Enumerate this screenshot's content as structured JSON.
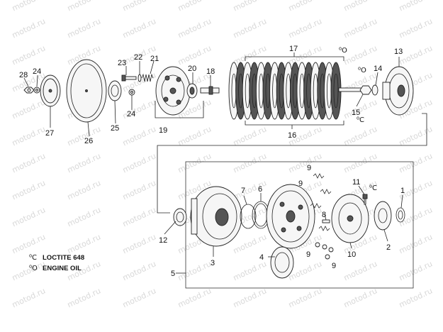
{
  "watermark": "motod.ru",
  "labels": {
    "p1": "1",
    "p2": "2",
    "p3": "3",
    "p4": "4",
    "p5": "5",
    "p6": "6",
    "p7": "7",
    "p8": "8",
    "p9a": "9",
    "p9b": "9",
    "p9c": "9",
    "p9d": "9",
    "p10": "10",
    "p11": "11",
    "p12": "12",
    "p13": "13",
    "p14": "14",
    "p15": "15",
    "p16": "16",
    "p17": "17",
    "p18": "18",
    "p19": "19",
    "p20": "20",
    "p21": "21",
    "p22": "22",
    "p23": "23",
    "p24a": "24",
    "p24b": "24",
    "p25": "25",
    "p26": "26",
    "p27": "27",
    "p28": "28"
  },
  "symbols": {
    "loctite": "⁰C",
    "oil": "⁰O"
  },
  "legend": {
    "loctite_text": "LOCTITE 648",
    "oil_text": "ENGINE OIL"
  }
}
